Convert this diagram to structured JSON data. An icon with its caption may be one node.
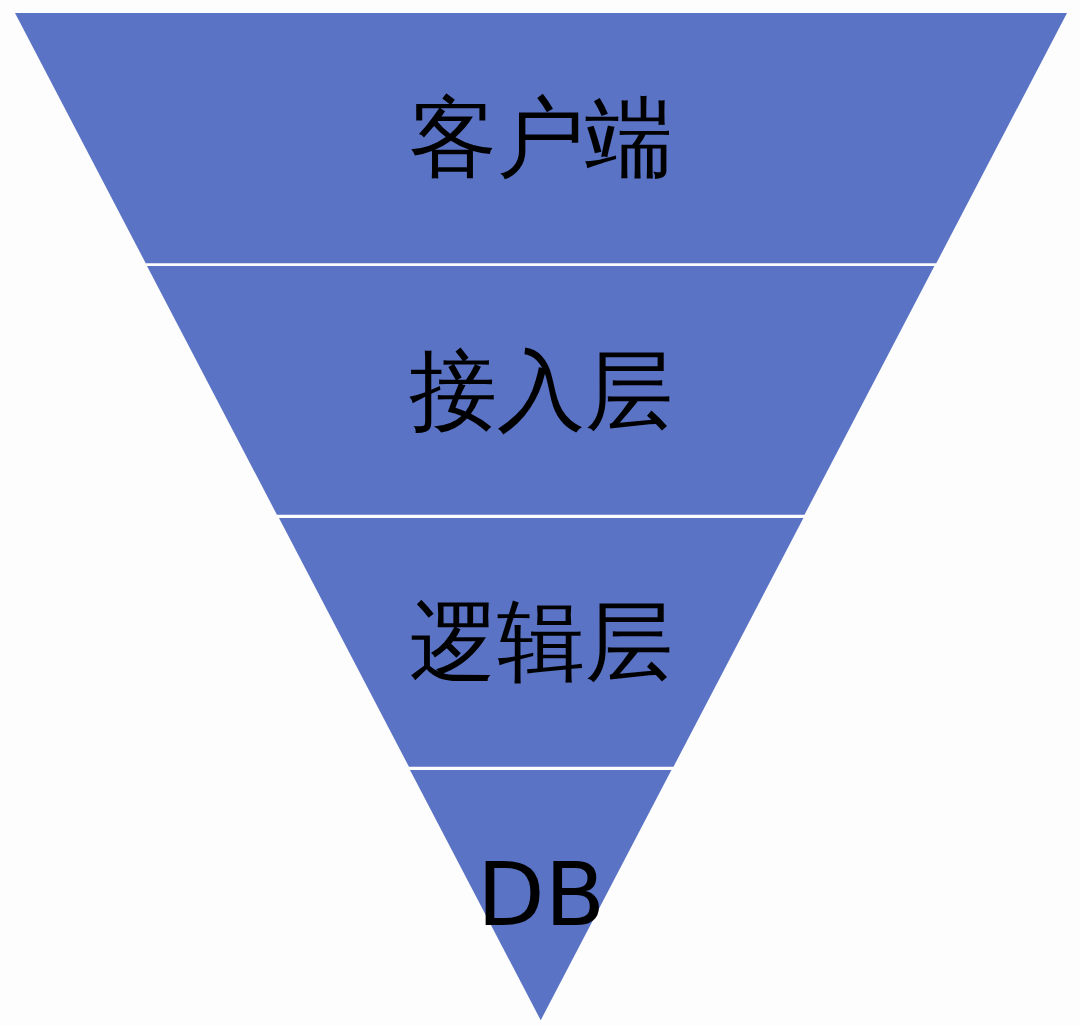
{
  "diagram": {
    "nodes": [
      {
        "text": [
          "客户端"
        ]
      },
      {
        "text": [
          "接入层"
        ]
      },
      {
        "text": [
          "逻辑层"
        ]
      },
      {
        "text": [
          "DB"
        ]
      }
    ]
  }
}
